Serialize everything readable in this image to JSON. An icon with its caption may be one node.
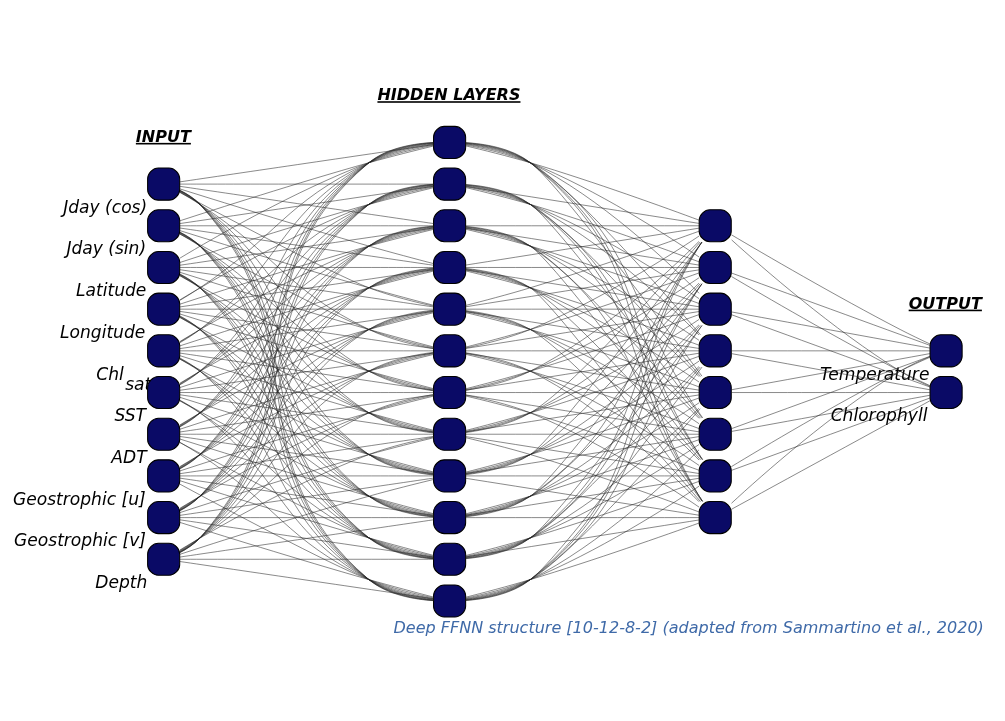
{
  "diagram": {
    "caption": "Deep FFNN structure [10-12-8-2] (adapted from Sammartino et al., 2020)",
    "nodes": [
      {
        "text": [],
        "shape": "box",
        "beside": [
          "Jday (cos)"
        ]
      },
      {
        "text": [],
        "shape": "box",
        "beside": [
          "Jday (sin)"
        ]
      },
      {
        "text": [],
        "shape": "box",
        "beside": [
          "Latitude"
        ]
      },
      {
        "text": [],
        "shape": "box",
        "beside": [
          "Longitude"
        ]
      },
      {
        "text": [],
        "shape": "box",
        "beside": [
          "Chl$_{sat}$"
        ]
      },
      {
        "text": [],
        "shape": "box",
        "beside": [
          "SST"
        ]
      },
      {
        "text": [],
        "shape": "box",
        "beside": [
          "ADT"
        ]
      },
      {
        "text": [],
        "shape": "box",
        "beside": [
          "Geostrophic [u]"
        ]
      },
      {
        "text": [],
        "shape": "box",
        "beside": [
          "Geostrophic [v]"
        ]
      },
      {
        "text": [],
        "shape": "box",
        "beside": [
          "Depth"
        ]
      },
      {
        "text": [],
        "shape": "box"
      },
      {
        "text": [],
        "shape": "box"
      },
      {
        "text": [],
        "shape": "box"
      },
      {
        "text": [],
        "shape": "box"
      },
      {
        "text": [],
        "shape": "box"
      },
      {
        "text": [],
        "shape": "box"
      },
      {
        "text": [],
        "shape": "box"
      },
      {
        "text": [],
        "shape": "box"
      },
      {
        "text": [],
        "shape": "box"
      },
      {
        "text": [],
        "shape": "box"
      },
      {
        "text": [],
        "shape": "box"
      },
      {
        "text": [],
        "shape": "box"
      },
      {
        "text": [],
        "shape": "box"
      },
      {
        "text": [],
        "shape": "box"
      },
      {
        "text": [],
        "shape": "box"
      },
      {
        "text": [],
        "shape": "box"
      },
      {
        "text": [],
        "shape": "box"
      },
      {
        "text": [],
        "shape": "box"
      },
      {
        "text": [],
        "shape": "box"
      },
      {
        "text": [],
        "shape": "box"
      },
      {
        "text": [],
        "shape": "box",
        "beside": [
          "Temperature"
        ]
      },
      {
        "text": [],
        "shape": "box",
        "beside": [
          "Chlorophyll"
        ]
      }
    ],
    "edges": [
      {
        "from": 0,
        "to": 10,
        "arrow": "none"
      },
      {
        "from": 0,
        "to": 11,
        "arrow": "none"
      },
      {
        "from": 0,
        "to": 12,
        "arrow": "none"
      },
      {
        "from": 0,
        "to": 13,
        "arrow": "none"
      },
      {
        "from": 0,
        "to": 14,
        "arrow": "none"
      },
      {
        "from": 0,
        "to": 15,
        "arrow": "none"
      },
      {
        "from": 0,
        "to": 16,
        "arrow": "none"
      },
      {
        "from": 0,
        "to": 17,
        "arrow": "none"
      },
      {
        "from": 0,
        "to": 18,
        "arrow": "none"
      },
      {
        "from": 0,
        "to": 19,
        "arrow": "none"
      },
      {
        "from": 0,
        "to": 20,
        "arrow": "none"
      },
      {
        "from": 0,
        "to": 21,
        "arrow": "none"
      },
      {
        "from": 1,
        "to": 10,
        "arrow": "none"
      },
      {
        "from": 1,
        "to": 11,
        "arrow": "none"
      },
      {
        "from": 1,
        "to": 12,
        "arrow": "none"
      },
      {
        "from": 1,
        "to": 13,
        "arrow": "none"
      },
      {
        "from": 1,
        "to": 14,
        "arrow": "none"
      },
      {
        "from": 1,
        "to": 15,
        "arrow": "none"
      },
      {
        "from": 1,
        "to": 16,
        "arrow": "none"
      },
      {
        "from": 1,
        "to": 17,
        "arrow": "none"
      },
      {
        "from": 1,
        "to": 18,
        "arrow": "none"
      },
      {
        "from": 1,
        "to": 19,
        "arrow": "none"
      },
      {
        "from": 1,
        "to": 20,
        "arrow": "none"
      },
      {
        "from": 1,
        "to": 21,
        "arrow": "none"
      },
      {
        "from": 2,
        "to": 10,
        "arrow": "none"
      },
      {
        "from": 2,
        "to": 11,
        "arrow": "none"
      },
      {
        "from": 2,
        "to": 12,
        "arrow": "none"
      },
      {
        "from": 2,
        "to": 13,
        "arrow": "none"
      },
      {
        "from": 2,
        "to": 14,
        "arrow": "none"
      },
      {
        "from": 2,
        "to": 15,
        "arrow": "none"
      },
      {
        "from": 2,
        "to": 16,
        "arrow": "none"
      },
      {
        "from": 2,
        "to": 17,
        "arrow": "none"
      },
      {
        "from": 2,
        "to": 18,
        "arrow": "none"
      },
      {
        "from": 2,
        "to": 19,
        "arrow": "none"
      },
      {
        "from": 2,
        "to": 20,
        "arrow": "none"
      },
      {
        "from": 2,
        "to": 21,
        "arrow": "none"
      },
      {
        "from": 3,
        "to": 10,
        "arrow": "none"
      },
      {
        "from": 3,
        "to": 11,
        "arrow": "none"
      },
      {
        "from": 3,
        "to": 12,
        "arrow": "none"
      },
      {
        "from": 3,
        "to": 13,
        "arrow": "none"
      },
      {
        "from": 3,
        "to": 14,
        "arrow": "none"
      },
      {
        "from": 3,
        "to": 15,
        "arrow": "none"
      },
      {
        "from": 3,
        "to": 16,
        "arrow": "none"
      },
      {
        "from": 3,
        "to": 17,
        "arrow": "none"
      },
      {
        "from": 3,
        "to": 18,
        "arrow": "none"
      },
      {
        "from": 3,
        "to": 19,
        "arrow": "none"
      },
      {
        "from": 3,
        "to": 20,
        "arrow": "none"
      },
      {
        "from": 3,
        "to": 21,
        "arrow": "none"
      },
      {
        "from": 4,
        "to": 10,
        "arrow": "none"
      },
      {
        "from": 4,
        "to": 11,
        "arrow": "none"
      },
      {
        "from": 4,
        "to": 12,
        "arrow": "none"
      },
      {
        "from": 4,
        "to": 13,
        "arrow": "none"
      },
      {
        "from": 4,
        "to": 14,
        "arrow": "none"
      },
      {
        "from": 4,
        "to": 15,
        "arrow": "none"
      },
      {
        "from": 4,
        "to": 16,
        "arrow": "none"
      },
      {
        "from": 4,
        "to": 17,
        "arrow": "none"
      },
      {
        "from": 4,
        "to": 18,
        "arrow": "none"
      },
      {
        "from": 4,
        "to": 19,
        "arrow": "none"
      },
      {
        "from": 4,
        "to": 20,
        "arrow": "none"
      },
      {
        "from": 4,
        "to": 21,
        "arrow": "none"
      },
      {
        "from": 5,
        "to": 10,
        "arrow": "none"
      },
      {
        "from": 5,
        "to": 11,
        "arrow": "none"
      },
      {
        "from": 5,
        "to": 12,
        "arrow": "none"
      },
      {
        "from": 5,
        "to": 13,
        "arrow": "none"
      },
      {
        "from": 5,
        "to": 14,
        "arrow": "none"
      },
      {
        "from": 5,
        "to": 15,
        "arrow": "none"
      },
      {
        "from": 5,
        "to": 16,
        "arrow": "none"
      },
      {
        "from": 5,
        "to": 17,
        "arrow": "none"
      },
      {
        "from": 5,
        "to": 18,
        "arrow": "none"
      },
      {
        "from": 5,
        "to": 19,
        "arrow": "none"
      },
      {
        "from": 5,
        "to": 20,
        "arrow": "none"
      },
      {
        "from": 5,
        "to": 21,
        "arrow": "none"
      },
      {
        "from": 6,
        "to": 10,
        "arrow": "none"
      },
      {
        "from": 6,
        "to": 11,
        "arrow": "none"
      },
      {
        "from": 6,
        "to": 12,
        "arrow": "none"
      },
      {
        "from": 6,
        "to": 13,
        "arrow": "none"
      },
      {
        "from": 6,
        "to": 14,
        "arrow": "none"
      },
      {
        "from": 6,
        "to": 15,
        "arrow": "none"
      },
      {
        "from": 6,
        "to": 16,
        "arrow": "none"
      },
      {
        "from": 6,
        "to": 17,
        "arrow": "none"
      },
      {
        "from": 6,
        "to": 18,
        "arrow": "none"
      },
      {
        "from": 6,
        "to": 19,
        "arrow": "none"
      },
      {
        "from": 6,
        "to": 20,
        "arrow": "none"
      },
      {
        "from": 6,
        "to": 21,
        "arrow": "none"
      },
      {
        "from": 7,
        "to": 10,
        "arrow": "none"
      },
      {
        "from": 7,
        "to": 11,
        "arrow": "none"
      },
      {
        "from": 7,
        "to": 12,
        "arrow": "none"
      },
      {
        "from": 7,
        "to": 13,
        "arrow": "none"
      },
      {
        "from": 7,
        "to": 14,
        "arrow": "none"
      },
      {
        "from": 7,
        "to": 15,
        "arrow": "none"
      },
      {
        "from": 7,
        "to": 16,
        "arrow": "none"
      },
      {
        "from": 7,
        "to": 17,
        "arrow": "none"
      },
      {
        "from": 7,
        "to": 18,
        "arrow": "none"
      },
      {
        "from": 7,
        "to": 19,
        "arrow": "none"
      },
      {
        "from": 7,
        "to": 20,
        "arrow": "none"
      },
      {
        "from": 7,
        "to": 21,
        "arrow": "none"
      },
      {
        "from": 8,
        "to": 10,
        "arrow": "none"
      },
      {
        "from": 8,
        "to": 11,
        "arrow": "none"
      },
      {
        "from": 8,
        "to": 12,
        "arrow": "none"
      },
      {
        "from": 8,
        "to": 13,
        "arrow": "none"
      },
      {
        "from": 8,
        "to": 14,
        "arrow": "none"
      },
      {
        "from": 8,
        "to": 15,
        "arrow": "none"
      },
      {
        "from": 8,
        "to": 16,
        "arrow": "none"
      },
      {
        "from": 8,
        "to": 17,
        "arrow": "none"
      },
      {
        "from": 8,
        "to": 18,
        "arrow": "none"
      },
      {
        "from": 8,
        "to": 19,
        "arrow": "none"
      },
      {
        "from": 8,
        "to": 20,
        "arrow": "none"
      },
      {
        "from": 8,
        "to": 21,
        "arrow": "none"
      },
      {
        "from": 9,
        "to": 10,
        "arrow": "none"
      },
      {
        "from": 9,
        "to": 11,
        "arrow": "none"
      },
      {
        "from": 9,
        "to": 12,
        "arrow": "none"
      },
      {
        "from": 9,
        "to": 13,
        "arrow": "none"
      },
      {
        "from": 9,
        "to": 14,
        "arrow": "none"
      },
      {
        "from": 9,
        "to": 15,
        "arrow": "none"
      },
      {
        "from": 9,
        "to": 16,
        "arrow": "none"
      },
      {
        "from": 9,
        "to": 17,
        "arrow": "none"
      },
      {
        "from": 9,
        "to": 18,
        "arrow": "none"
      },
      {
        "from": 9,
        "to": 19,
        "arrow": "none"
      },
      {
        "from": 9,
        "to": 20,
        "arrow": "none"
      },
      {
        "from": 9,
        "to": 21,
        "arrow": "none"
      },
      {
        "from": 10,
        "to": 22,
        "arrow": "none"
      },
      {
        "from": 10,
        "to": 23,
        "arrow": "none"
      },
      {
        "from": 10,
        "to": 24,
        "arrow": "none"
      },
      {
        "from": 10,
        "to": 25,
        "arrow": "none"
      },
      {
        "from": 10,
        "to": 26,
        "arrow": "none"
      },
      {
        "from": 10,
        "to": 27,
        "arrow": "none"
      },
      {
        "from": 10,
        "to": 28,
        "arrow": "none"
      },
      {
        "from": 10,
        "to": 29,
        "arrow": "none"
      },
      {
        "from": 11,
        "to": 22,
        "arrow": "none"
      },
      {
        "from": 11,
        "to": 23,
        "arrow": "none"
      },
      {
        "from": 11,
        "to": 24,
        "arrow": "none"
      },
      {
        "from": 11,
        "to": 25,
        "arrow": "none"
      },
      {
        "from": 11,
        "to": 26,
        "arrow": "none"
      },
      {
        "from": 11,
        "to": 27,
        "arrow": "none"
      },
      {
        "from": 11,
        "to": 28,
        "arrow": "none"
      },
      {
        "from": 11,
        "to": 29,
        "arrow": "none"
      },
      {
        "from": 12,
        "to": 22,
        "arrow": "none"
      },
      {
        "from": 12,
        "to": 23,
        "arrow": "none"
      },
      {
        "from": 12,
        "to": 24,
        "arrow": "none"
      },
      {
        "from": 12,
        "to": 25,
        "arrow": "none"
      },
      {
        "from": 12,
        "to": 26,
        "arrow": "none"
      },
      {
        "from": 12,
        "to": 27,
        "arrow": "none"
      },
      {
        "from": 12,
        "to": 28,
        "arrow": "none"
      },
      {
        "from": 12,
        "to": 29,
        "arrow": "none"
      },
      {
        "from": 13,
        "to": 22,
        "arrow": "none"
      },
      {
        "from": 13,
        "to": 23,
        "arrow": "none"
      },
      {
        "from": 13,
        "to": 24,
        "arrow": "none"
      },
      {
        "from": 13,
        "to": 25,
        "arrow": "none"
      },
      {
        "from": 13,
        "to": 26,
        "arrow": "none"
      },
      {
        "from": 13,
        "to": 27,
        "arrow": "none"
      },
      {
        "from": 13,
        "to": 28,
        "arrow": "none"
      },
      {
        "from": 13,
        "to": 29,
        "arrow": "none"
      },
      {
        "from": 14,
        "to": 22,
        "arrow": "none"
      },
      {
        "from": 14,
        "to": 23,
        "arrow": "none"
      },
      {
        "from": 14,
        "to": 24,
        "arrow": "none"
      },
      {
        "from": 14,
        "to": 25,
        "arrow": "none"
      },
      {
        "from": 14,
        "to": 26,
        "arrow": "none"
      },
      {
        "from": 14,
        "to": 27,
        "arrow": "none"
      },
      {
        "from": 14,
        "to": 28,
        "arrow": "none"
      },
      {
        "from": 14,
        "to": 29,
        "arrow": "none"
      },
      {
        "from": 15,
        "to": 22,
        "arrow": "none"
      },
      {
        "from": 15,
        "to": 23,
        "arrow": "none"
      },
      {
        "from": 15,
        "to": 24,
        "arrow": "none"
      },
      {
        "from": 15,
        "to": 25,
        "arrow": "none"
      },
      {
        "from": 15,
        "to": 26,
        "arrow": "none"
      },
      {
        "from": 15,
        "to": 27,
        "arrow": "none"
      },
      {
        "from": 15,
        "to": 28,
        "arrow": "none"
      },
      {
        "from": 15,
        "to": 29,
        "arrow": "none"
      },
      {
        "from": 16,
        "to": 22,
        "arrow": "none"
      },
      {
        "from": 16,
        "to": 23,
        "arrow": "none"
      },
      {
        "from": 16,
        "to": 24,
        "arrow": "none"
      },
      {
        "from": 16,
        "to": 25,
        "arrow": "none"
      },
      {
        "from": 16,
        "to": 26,
        "arrow": "none"
      },
      {
        "from": 16,
        "to": 27,
        "arrow": "none"
      },
      {
        "from": 16,
        "to": 28,
        "arrow": "none"
      },
      {
        "from": 16,
        "to": 29,
        "arrow": "none"
      },
      {
        "from": 17,
        "to": 22,
        "arrow": "none"
      },
      {
        "from": 17,
        "to": 23,
        "arrow": "none"
      },
      {
        "from": 17,
        "to": 24,
        "arrow": "none"
      },
      {
        "from": 17,
        "to": 25,
        "arrow": "none"
      },
      {
        "from": 17,
        "to": 26,
        "arrow": "none"
      },
      {
        "from": 17,
        "to": 27,
        "arrow": "none"
      },
      {
        "from": 17,
        "to": 28,
        "arrow": "none"
      },
      {
        "from": 17,
        "to": 29,
        "arrow": "none"
      },
      {
        "from": 18,
        "to": 22,
        "arrow": "none"
      },
      {
        "from": 18,
        "to": 23,
        "arrow": "none"
      },
      {
        "from": 18,
        "to": 24,
        "arrow": "none"
      },
      {
        "from": 18,
        "to": 25,
        "arrow": "none"
      },
      {
        "from": 18,
        "to": 26,
        "arrow": "none"
      },
      {
        "from": 18,
        "to": 27,
        "arrow": "none"
      },
      {
        "from": 18,
        "to": 28,
        "arrow": "none"
      },
      {
        "from": 18,
        "to": 29,
        "arrow": "none"
      },
      {
        "from": 19,
        "to": 22,
        "arrow": "none"
      },
      {
        "from": 19,
        "to": 23,
        "arrow": "none"
      },
      {
        "from": 19,
        "to": 24,
        "arrow": "none"
      },
      {
        "from": 19,
        "to": 25,
        "arrow": "none"
      },
      {
        "from": 19,
        "to": 26,
        "arrow": "none"
      },
      {
        "from": 19,
        "to": 27,
        "arrow": "none"
      },
      {
        "from": 19,
        "to": 28,
        "arrow": "none"
      },
      {
        "from": 19,
        "to": 29,
        "arrow": "none"
      },
      {
        "from": 20,
        "to": 22,
        "arrow": "none"
      },
      {
        "from": 20,
        "to": 23,
        "arrow": "none"
      },
      {
        "from": 20,
        "to": 24,
        "arrow": "none"
      },
      {
        "from": 20,
        "to": 25,
        "arrow": "none"
      },
      {
        "from": 20,
        "to": 26,
        "arrow": "none"
      },
      {
        "from": 20,
        "to": 27,
        "arrow": "none"
      },
      {
        "from": 20,
        "to": 28,
        "arrow": "none"
      },
      {
        "from": 20,
        "to": 29,
        "arrow": "none"
      },
      {
        "from": 21,
        "to": 22,
        "arrow": "none"
      },
      {
        "from": 21,
        "to": 23,
        "arrow": "none"
      },
      {
        "from": 21,
        "to": 24,
        "arrow": "none"
      },
      {
        "from": 21,
        "to": 25,
        "arrow": "none"
      },
      {
        "from": 21,
        "to": 26,
        "arrow": "none"
      },
      {
        "from": 21,
        "to": 27,
        "arrow": "none"
      },
      {
        "from": 21,
        "to": 28,
        "arrow": "none"
      },
      {
        "from": 21,
        "to": 29,
        "arrow": "none"
      },
      {
        "from": 22,
        "to": 30,
        "arrow": "none"
      },
      {
        "from": 22,
        "to": 31,
        "arrow": "none"
      },
      {
        "from": 23,
        "to": 30,
        "arrow": "none"
      },
      {
        "from": 23,
        "to": 31,
        "arrow": "none"
      },
      {
        "from": 24,
        "to": 30,
        "arrow": "none"
      },
      {
        "from": 24,
        "to": 31,
        "arrow": "none"
      },
      {
        "from": 25,
        "to": 30,
        "arrow": "none"
      },
      {
        "from": 25,
        "to": 31,
        "arrow": "none"
      },
      {
        "from": 26,
        "to": 30,
        "arrow": "none"
      },
      {
        "from": 26,
        "to": 31,
        "arrow": "none"
      },
      {
        "from": 27,
        "to": 30,
        "arrow": "none"
      },
      {
        "from": 27,
        "to": 31,
        "arrow": "none"
      },
      {
        "from": 28,
        "to": 30,
        "arrow": "none"
      },
      {
        "from": 28,
        "to": 31,
        "arrow": "none"
      },
      {
        "from": 29,
        "to": 30,
        "arrow": "none"
      },
      {
        "from": 29,
        "to": 31,
        "arrow": "none"
      }
    ],
    "labels": [
      "INPUT",
      "HIDDEN LAYERS",
      "OUTPUT"
    ]
  }
}
